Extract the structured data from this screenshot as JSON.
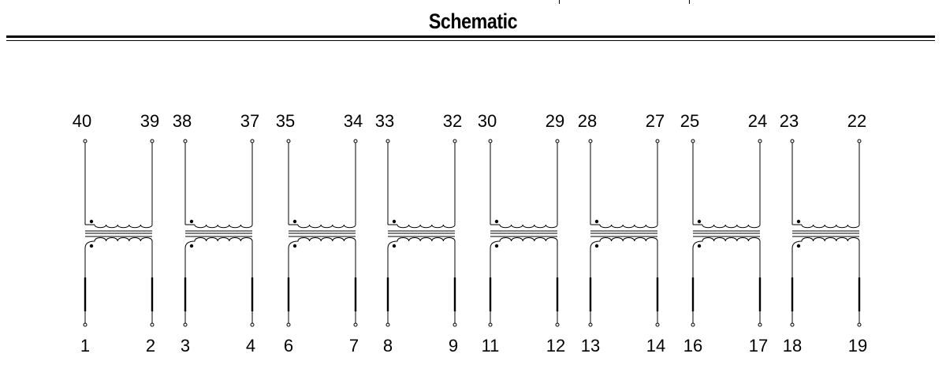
{
  "title": "Schematic",
  "colors": {
    "line": "#000000",
    "background": "#ffffff"
  },
  "transformers": [
    {
      "top_left": "40",
      "top_right": "39",
      "bottom_left": "1",
      "bottom_right": "2"
    },
    {
      "top_left": "38",
      "top_right": "37",
      "bottom_left": "3",
      "bottom_right": "4"
    },
    {
      "top_left": "35",
      "top_right": "34",
      "bottom_left": "6",
      "bottom_right": "7"
    },
    {
      "top_left": "33",
      "top_right": "32",
      "bottom_left": "8",
      "bottom_right": "9"
    },
    {
      "top_left": "30",
      "top_right": "29",
      "bottom_left": "11",
      "bottom_right": "12"
    },
    {
      "top_left": "28",
      "top_right": "27",
      "bottom_left": "13",
      "bottom_right": "14"
    },
    {
      "top_left": "25",
      "top_right": "24",
      "bottom_left": "16",
      "bottom_right": "17"
    },
    {
      "top_left": "23",
      "top_right": "22",
      "bottom_left": "18",
      "bottom_right": "19"
    }
  ]
}
